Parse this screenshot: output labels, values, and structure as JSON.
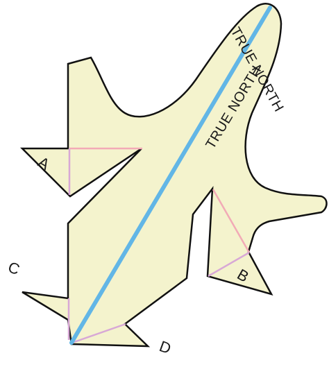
{
  "diagram": {
    "colors": {
      "body_fill": "#f4f3cd",
      "outline": "#111111",
      "true_north_line": "#62b6e6",
      "pink_line": "#f2aab6",
      "mauve_line": "#d8a8d6",
      "text": "#1a1a1a"
    },
    "labels": {
      "true_north_left": "TRUE NORTH",
      "true_north_right": "TRUE NORTH",
      "a": "A",
      "b": "B",
      "c": "C",
      "d": "D"
    }
  }
}
